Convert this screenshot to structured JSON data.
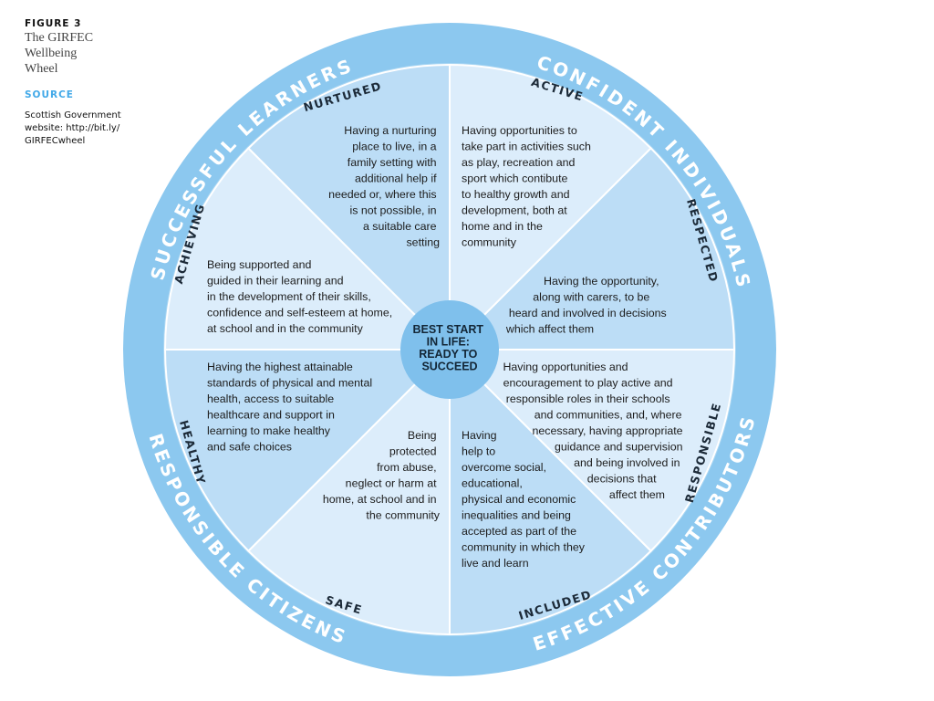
{
  "caption": {
    "figure_label": "FIGURE 3",
    "title_lines": [
      "The GIRFEC",
      "Wellbeing",
      "Wheel"
    ],
    "source_label": "SOURCE",
    "source_lines": [
      "Scottish Government",
      "website: http://bit.ly/",
      "GIRFECwheel"
    ]
  },
  "colors": {
    "outer_ring": "#8cc8ef",
    "ring_border": "#a9d6f3",
    "segment_dark": "#bcddf6",
    "segment_light": "#dcedfb",
    "center_circle": "#7fc0ec",
    "separator": "#ffffff"
  },
  "wheel": {
    "center_lines": [
      "BEST START",
      "IN LIFE:",
      "READY TO",
      "SUCCEED"
    ],
    "ring_labels": {
      "top_left": "SUCCESSFUL LEARNERS",
      "top_right": "CONFIDENT INDIVIDUALS",
      "bottom_left": "RESPONSIBLE CITIZENS",
      "bottom_right": "EFFECTIVE CONTRIBUTORS"
    },
    "segments": {
      "nurtured": {
        "title": "NURTURED",
        "lines": [
          "Having a nurturing",
          "place to live, in a",
          "family setting with",
          "additional help if",
          "needed or, where this",
          "is not possible, in",
          "a suitable care",
          "setting"
        ]
      },
      "active": {
        "title": "ACTIVE",
        "lines": [
          "Having opportunities to",
          "take part in activities such",
          "as play, recreation and",
          "sport which contibute",
          "to healthy growth and",
          "development, both at",
          "home and in the",
          "community"
        ]
      },
      "respected": {
        "title": "RESPECTED",
        "lines": [
          "Having the opportunity,",
          "along with carers, to be",
          "heard and involved in decisions",
          "which affect them"
        ]
      },
      "responsible": {
        "title": "RESPONSIBLE",
        "lines": [
          "Having opportunities and",
          "encouragement to play active and",
          "responsible roles in their schools",
          "and communities, and, where",
          "necessary, having appropriate",
          "guidance and supervision",
          "and being involved in",
          "decisions that",
          "affect them"
        ]
      },
      "included": {
        "title": "INCLUDED",
        "lines": [
          "Having",
          "help to",
          "overcome social,",
          "educational,",
          "physical and economic",
          "inequalities and being",
          "accepted as part of the",
          "community in which they",
          "live and learn"
        ]
      },
      "safe": {
        "title": "SAFE",
        "lines": [
          "Being",
          "protected",
          "from abuse,",
          "neglect or harm at",
          "home, at school and in",
          "the community"
        ]
      },
      "healthy": {
        "title": "HEALTHY",
        "lines": [
          "Having the highest attainable",
          "standards of physical and mental",
          "health, access to suitable",
          "healthcare and support in",
          "learning to make healthy",
          "and safe choices"
        ]
      },
      "achieving": {
        "title": "ACHIEVING",
        "lines": [
          "Being supported and",
          "guided in their learning and",
          "in the development of their skills,",
          "confidence and self-esteem at home,",
          "at school and in the community"
        ]
      }
    }
  }
}
